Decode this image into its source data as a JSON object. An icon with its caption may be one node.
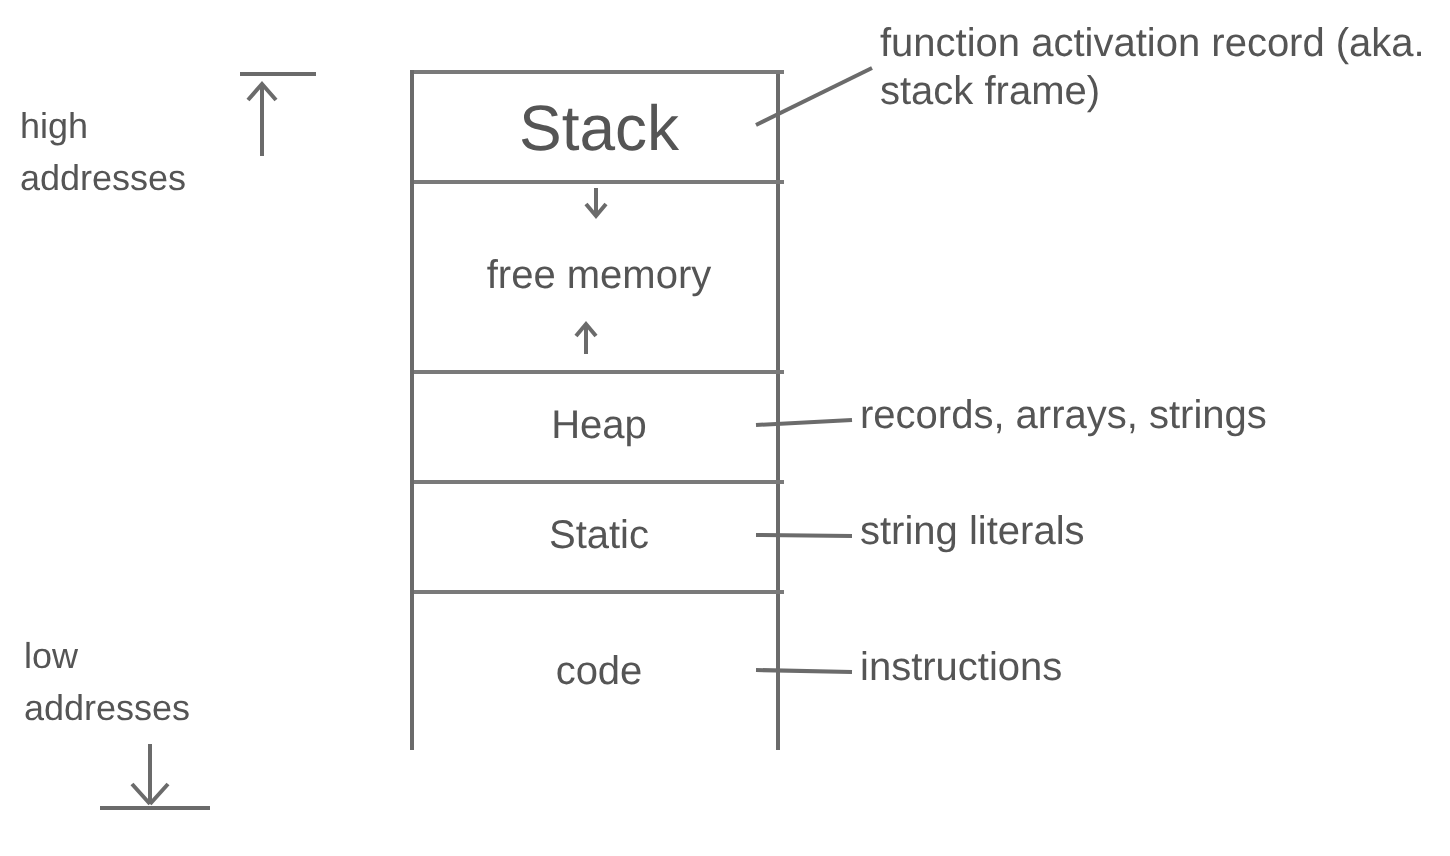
{
  "diagram": {
    "nodes": [
      {
        "text": [],
        "shape": "box"
      },
      {
        "text": [
          "Stack"
        ],
        "in": 0
      },
      {
        "text": [
          "free memory"
        ],
        "in": 0
      },
      {
        "text": [
          "Heap"
        ],
        "in": 0
      },
      {
        "text": [
          "Static"
        ],
        "in": 0
      },
      {
        "text": [
          "code"
        ],
        "in": 0
      },
      {
        "text": [
          "function activation record (aka. stack frame)"
        ]
      },
      {
        "text": [
          "records, arrays, strings"
        ]
      },
      {
        "text": [
          "string literals"
        ]
      },
      {
        "text": [
          "instructions"
        ]
      }
    ],
    "edges": [
      {
        "from": 6,
        "to": 1,
        "arrow": "none"
      },
      {
        "from": 7,
        "to": 3,
        "arrow": "none"
      },
      {
        "from": 8,
        "to": 4,
        "arrow": "none"
      },
      {
        "from": 9,
        "to": 5,
        "arrow": "none"
      }
    ],
    "labels": [
      "high addresses",
      "low addresses"
    ]
  }
}
